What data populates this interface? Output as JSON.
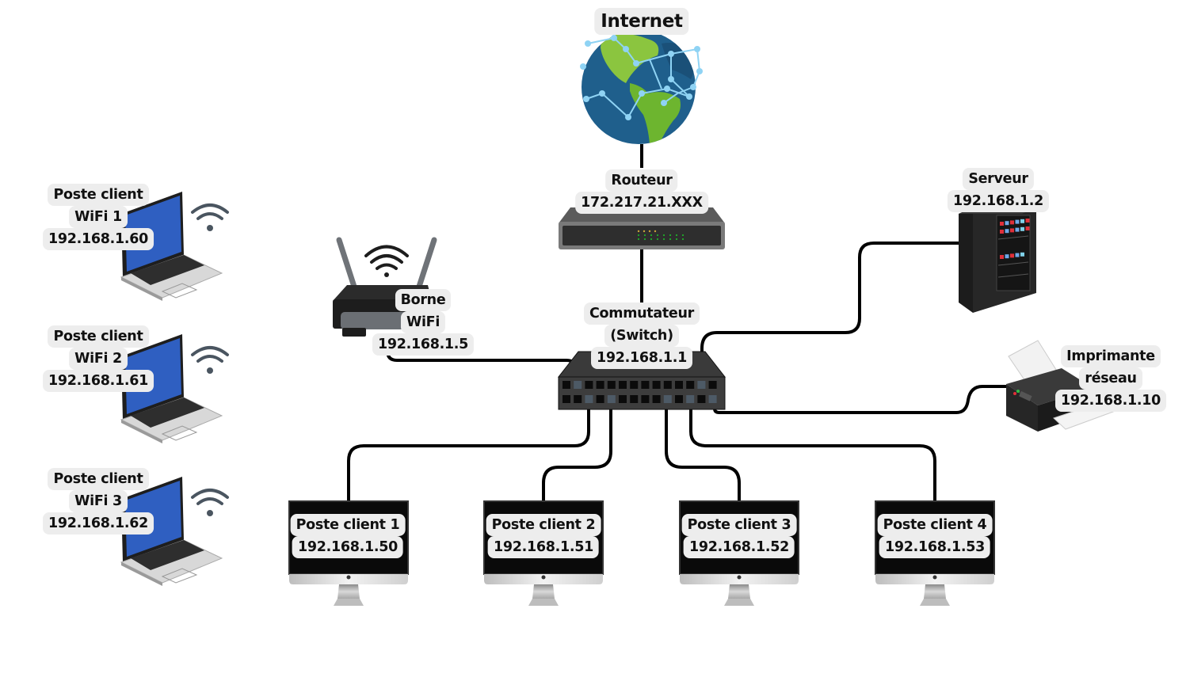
{
  "diagram": {
    "title": "Schéma réseau local",
    "colors": {
      "cable": "#000000",
      "label_bg": "#ededed",
      "label_text": "#111111",
      "port_active": "#4d5a66",
      "port_idle": "#0b0b0b",
      "device_dark": "#2e2e2e",
      "screen_blue": "#2f5fc1",
      "globe_ocean": "#1f5f8c",
      "globe_land": "#8bc53f",
      "network_nodes": "#8fd3f4",
      "wifi_icon": "#4a5560",
      "led_green": "#1fae2a",
      "led_amber": "#c9a23b"
    },
    "nodes": {
      "internet": {
        "lines": [
          "Internet"
        ],
        "icon": "globe-icon"
      },
      "router": {
        "lines": [
          "Routeur",
          "172.217.21.XXX"
        ],
        "icon": "router-icon"
      },
      "switch": {
        "lines": [
          "Commutateur",
          "(Switch)",
          "192.168.1.1"
        ],
        "icon": "switch-icon"
      },
      "access_point": {
        "lines": [
          "Borne",
          "WiFi",
          "192.168.1.5"
        ],
        "icon": "wifi-router-icon"
      },
      "server": {
        "lines": [
          "Serveur",
          "192.168.1.2"
        ],
        "icon": "server-rack-icon"
      },
      "printer": {
        "lines": [
          "Imprimante",
          "réseau",
          "192.168.1.10"
        ],
        "icon": "printer-icon"
      },
      "laptops": [
        {
          "lines": [
            "Poste client",
            "WiFi 1",
            "192.168.1.60"
          ],
          "icon": "laptop-icon"
        },
        {
          "lines": [
            "Poste client",
            "WiFi 2",
            "192.168.1.61"
          ],
          "icon": "laptop-icon"
        },
        {
          "lines": [
            "Poste client",
            "WiFi 3",
            "192.168.1.62"
          ],
          "icon": "laptop-icon"
        }
      ],
      "desktops": [
        {
          "lines": [
            "Poste client 1",
            "192.168.1.50"
          ],
          "icon": "desktop-icon"
        },
        {
          "lines": [
            "Poste client 2",
            "192.168.1.51"
          ],
          "icon": "desktop-icon"
        },
        {
          "lines": [
            "Poste client 3",
            "192.168.1.52"
          ],
          "icon": "desktop-icon"
        },
        {
          "lines": [
            "Poste client 4",
            "192.168.1.53"
          ],
          "icon": "desktop-icon"
        }
      ]
    },
    "links": [
      {
        "from": "internet",
        "to": "router",
        "type": "wired"
      },
      {
        "from": "router",
        "to": "switch",
        "type": "wired"
      },
      {
        "from": "access_point",
        "to": "switch",
        "type": "wired"
      },
      {
        "from": "server",
        "to": "switch",
        "type": "wired"
      },
      {
        "from": "printer",
        "to": "switch",
        "type": "wired"
      },
      {
        "from": "desktops.0",
        "to": "switch",
        "type": "wired"
      },
      {
        "from": "desktops.1",
        "to": "switch",
        "type": "wired"
      },
      {
        "from": "desktops.2",
        "to": "switch",
        "type": "wired"
      },
      {
        "from": "desktops.3",
        "to": "switch",
        "type": "wired"
      },
      {
        "from": "laptops.0",
        "to": "access_point",
        "type": "wireless"
      },
      {
        "from": "laptops.1",
        "to": "access_point",
        "type": "wireless"
      },
      {
        "from": "laptops.2",
        "to": "access_point",
        "type": "wireless"
      }
    ],
    "switch_ports": {
      "top_row": [
        0,
        1,
        0,
        0,
        0,
        0,
        0,
        0,
        0,
        0,
        0,
        0,
        1,
        0
      ],
      "bottom_row": [
        0,
        0,
        1,
        0,
        1,
        0,
        0,
        0,
        0,
        1,
        0,
        1,
        0,
        1
      ]
    }
  }
}
